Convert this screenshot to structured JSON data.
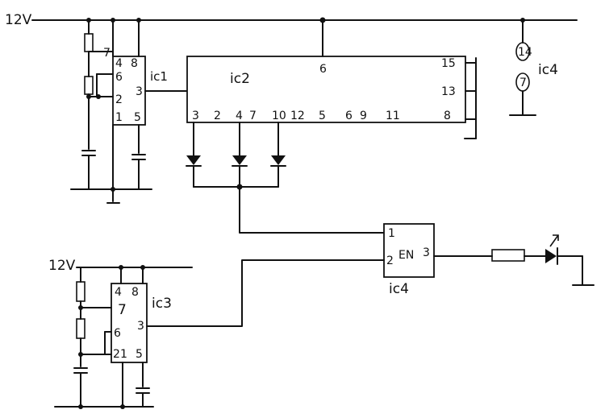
{
  "supply": {
    "top": "12V",
    "bottom": "12V"
  },
  "ic1": {
    "label": "ic1",
    "pins": [
      "7",
      "4",
      "8",
      "6",
      "2",
      "3",
      "1",
      "5"
    ]
  },
  "ic2": {
    "label": "ic2",
    "pins_top": [
      "6"
    ],
    "pins_bottom": [
      "3",
      "2",
      "4",
      "7",
      "10",
      "12",
      "5",
      "6",
      "9",
      "11"
    ],
    "pins_right": [
      "15",
      "13",
      "8"
    ]
  },
  "ic3": {
    "label": "ic3",
    "pins": [
      "4",
      "8",
      "7",
      "6",
      "3",
      "2",
      "1",
      "5"
    ]
  },
  "ic4": {
    "label": "ic4",
    "top_label": "ic4",
    "pins": [
      "1",
      "2",
      "3"
    ],
    "inner": "EN",
    "pin14": "14",
    "pin7": "7"
  }
}
